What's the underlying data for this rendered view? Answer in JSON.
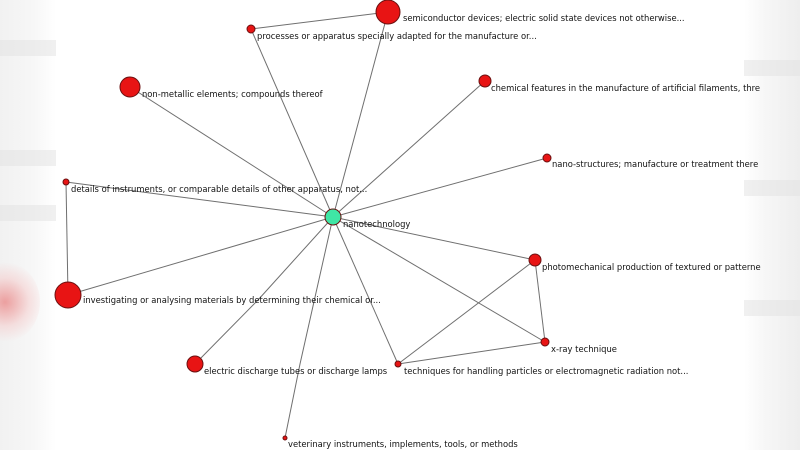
{
  "colors": {
    "hub": "#3fe6a5",
    "node": "#e81414",
    "edge": "#6f6f6f"
  },
  "nodes": [
    {
      "id": "nanotechnology",
      "label": "nanotechnology",
      "type": "hub"
    },
    {
      "id": "semiconductor",
      "label": "semiconductor devices; electric solid state devices not otherwise...",
      "type": "node"
    },
    {
      "id": "processes",
      "label": "processes or apparatus specially adapted for the manufacture or...",
      "type": "node"
    },
    {
      "id": "nonmetallic",
      "label": "non-metallic elements; compounds thereof",
      "type": "node"
    },
    {
      "id": "chemical-features",
      "label": "chemical features in the manufacture of artificial filaments, thre",
      "type": "node"
    },
    {
      "id": "nano-structures",
      "label": "nano-structures; manufacture or treatment there",
      "type": "node"
    },
    {
      "id": "details-instruments",
      "label": "details of instruments, or comparable details of other apparatus, not...",
      "type": "node"
    },
    {
      "id": "investigating",
      "label": "investigating or analysing materials by determining their chemical or...",
      "type": "node"
    },
    {
      "id": "photomechanical",
      "label": "photomechanical production of textured or patterne",
      "type": "node"
    },
    {
      "id": "xray",
      "label": "x-ray technique",
      "type": "node"
    },
    {
      "id": "electric-discharge",
      "label": "electric discharge tubes or discharge lamps",
      "type": "node"
    },
    {
      "id": "techniques-particles",
      "label": "techniques for handling particles or electromagnetic radiation not...",
      "type": "node"
    },
    {
      "id": "veterinary",
      "label": "veterinary instruments, implements, tools, or methods",
      "type": "node"
    }
  ],
  "edges": [
    [
      "nanotechnology",
      "semiconductor"
    ],
    [
      "nanotechnology",
      "processes"
    ],
    [
      "nanotechnology",
      "nonmetallic"
    ],
    [
      "nanotechnology",
      "chemical-features"
    ],
    [
      "nanotechnology",
      "nano-structures"
    ],
    [
      "nanotechnology",
      "details-instruments"
    ],
    [
      "nanotechnology",
      "investigating"
    ],
    [
      "nanotechnology",
      "photomechanical"
    ],
    [
      "nanotechnology",
      "xray"
    ],
    [
      "nanotechnology",
      "electric-discharge"
    ],
    [
      "nanotechnology",
      "techniques-particles"
    ],
    [
      "nanotechnology",
      "veterinary"
    ],
    [
      "processes",
      "semiconductor"
    ],
    [
      "details-instruments",
      "investigating"
    ],
    [
      "photomechanical",
      "xray"
    ],
    [
      "photomechanical",
      "techniques-particles"
    ],
    [
      "techniques-particles",
      "xray"
    ]
  ]
}
